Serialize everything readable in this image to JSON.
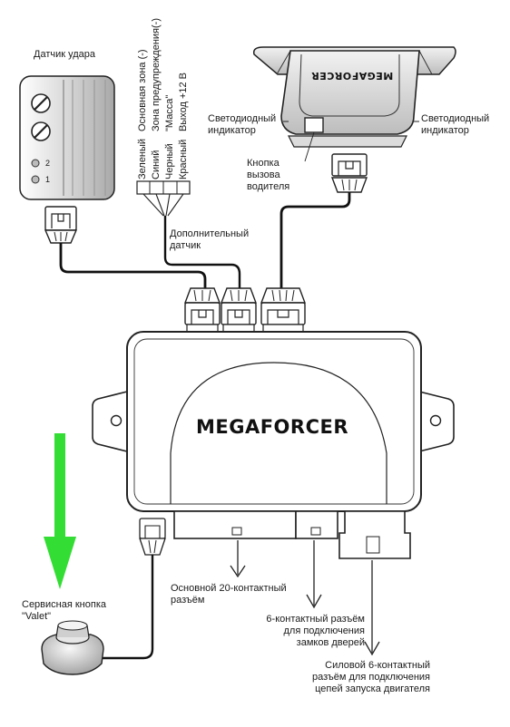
{
  "labels": {
    "shock_sensor": "Датчик удара",
    "wires": [
      "Зеленый",
      "Синий",
      "Черный",
      "Красный"
    ],
    "funcs": [
      "Основная зона (-)",
      "Зона предупреждения(-)",
      "\"Масса\"",
      "Выход +12 В"
    ],
    "sensor_pins": [
      "2",
      "1"
    ],
    "extra_sensor": [
      "Дополнительный",
      "датчик"
    ],
    "led_left": [
      "Светодиодный",
      "индикатор"
    ],
    "led_right": [
      "Светодиодный",
      "индикатор"
    ],
    "call_button": [
      "Кнопка",
      "вызова",
      "водителя"
    ],
    "valet": [
      "Сервисная кнопка",
      "\"Valet\""
    ],
    "conn20": [
      "Основной 20-контактный",
      "разъём"
    ],
    "conn6_locks": [
      "6-контактный разъём",
      "для подключения",
      "замков дверей"
    ],
    "conn6_power": [
      "Силовой 6-контактный",
      "разъём для подключения",
      "цепей запуска двигателя"
    ]
  },
  "brand": {
    "main_logo": "MEGAFORCER",
    "pager_logo": "MEGAFORCER"
  },
  "colors": {
    "line": "#1a1a1a",
    "arrow": "#33dd33",
    "outline": "#222222"
  }
}
